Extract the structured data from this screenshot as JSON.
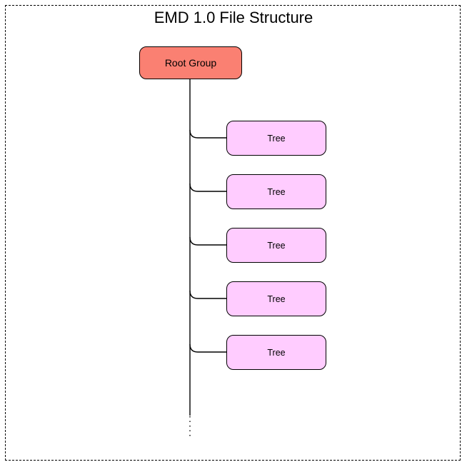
{
  "diagram": {
    "title": "EMD 1.0 File Structure",
    "type": "tree-hierarchy",
    "frame": {
      "style": "dashed",
      "color": "#000000"
    },
    "colors": {
      "root_fill": "#fa8072",
      "tree_fill": "#ffccff",
      "stroke": "#000000",
      "background": "#ffffff",
      "text": "#000000"
    },
    "root": {
      "label": "Root Group"
    },
    "children": [
      {
        "label": "Tree"
      },
      {
        "label": "Tree"
      },
      {
        "label": "Tree"
      },
      {
        "label": "Tree"
      },
      {
        "label": "Tree"
      }
    ],
    "continuation": {
      "style": "dotted",
      "meaning": "more-items-indicator"
    }
  }
}
